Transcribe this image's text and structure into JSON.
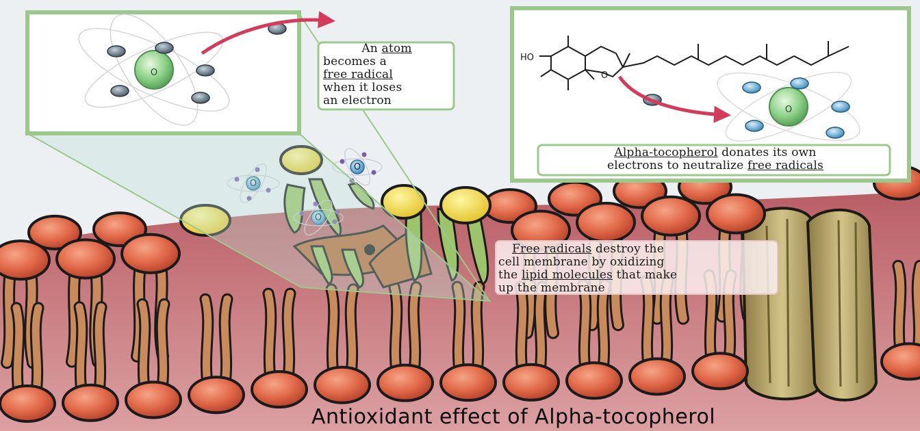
{
  "title": "Antioxidant effect of Alpha-tocopherol",
  "inset_atom": {
    "atom_symbol": "O",
    "text": {
      "line1_pre": "An ",
      "line1_u": "atom",
      "line2": "becomes a",
      "line3_u": "free radical",
      "line4": "when it loses",
      "line5": "an electron"
    }
  },
  "inset_tocopherol": {
    "atom_symbol": "O",
    "ho_label": "HO",
    "ring_o_label": "O",
    "text": {
      "line1_u": "Alpha-tocopherol",
      "line1_post": " donates its own",
      "line2_pre": "electrons to neutralize ",
      "line2_u": "free radicals"
    }
  },
  "membrane_note": {
    "line1_u": "Free radicals",
    "line1_post": " destroy the",
    "line2": "cell membrane by oxidizing",
    "line3_pre": "the ",
    "line3_u": "lipid molecules",
    "line3_post": " that make",
    "line4": "up the membrane"
  },
  "small_atom_label": "O",
  "colors": {
    "inset_border": "#9cc88c",
    "membrane_bg": "#c9747a",
    "lipid_head": "#e06848",
    "lipid_tail": "#c98a5c",
    "oxidized_head": "#f2d84a",
    "oxidized_tail": "#9cc46a",
    "oxygen_atom": "#8fd38a",
    "arrow": "#d43a5a",
    "protein": "#b9a66a"
  }
}
